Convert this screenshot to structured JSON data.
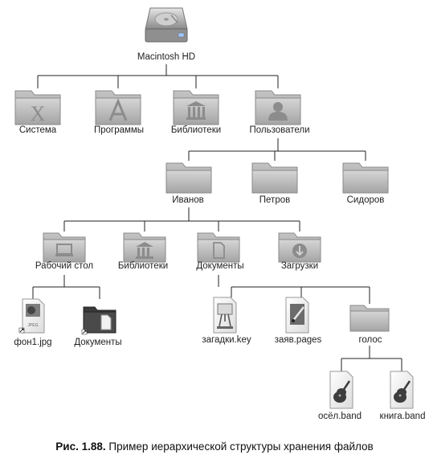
{
  "root": {
    "label": "Macintosh HD",
    "icon": "hard-drive-icon"
  },
  "level1": [
    {
      "label": "Система",
      "icon": "system-folder-icon"
    },
    {
      "label": "Программы",
      "icon": "applications-folder-icon"
    },
    {
      "label": "Библиотеки",
      "icon": "library-folder-icon"
    },
    {
      "label": "Пользователи",
      "icon": "users-folder-icon"
    }
  ],
  "users": [
    {
      "label": "Иванов",
      "icon": "home-folder-icon"
    },
    {
      "label": "Петров",
      "icon": "folder-icon"
    },
    {
      "label": "Сидоров",
      "icon": "folder-icon"
    }
  ],
  "ivanov": [
    {
      "label": "Рабочий стол",
      "icon": "desktop-folder-icon"
    },
    {
      "label": "Библиотеки",
      "icon": "library-folder-icon"
    },
    {
      "label": "Документы",
      "icon": "documents-folder-icon"
    },
    {
      "label": "Загрузки",
      "icon": "downloads-folder-icon"
    }
  ],
  "desktop_items": [
    {
      "label": "фон1.jpg",
      "icon": "jpeg-file-icon",
      "badge": "JPEG"
    },
    {
      "label": "Документы",
      "icon": "alias-documents-icon"
    }
  ],
  "documents_items": [
    {
      "label": "загадки.key",
      "icon": "keynote-file-icon"
    },
    {
      "label": "заяв.pages",
      "icon": "pages-file-icon"
    },
    {
      "label": "голос",
      "icon": "folder-icon"
    }
  ],
  "golos_items": [
    {
      "label": "осёл.band",
      "icon": "garageband-file-icon"
    },
    {
      "label": "книга.band",
      "icon": "garageband-file-icon"
    }
  ],
  "caption": {
    "number": "Рис. 1.88.",
    "text": "Пример иерархической структуры хранения файлов"
  }
}
